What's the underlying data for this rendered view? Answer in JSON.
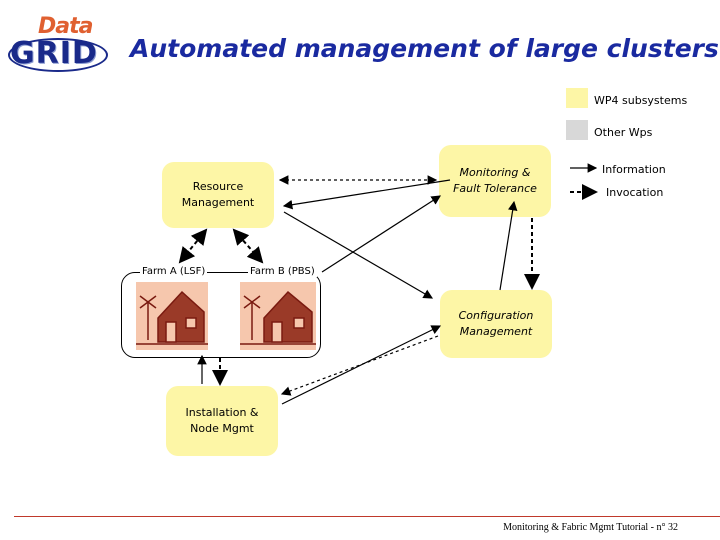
{
  "logo": {
    "top": "Data",
    "bottom": "GRID"
  },
  "title": "Automated management of large clusters",
  "legend": {
    "wp4": {
      "label": "WP4 subsystems",
      "color": "#fdf6a6"
    },
    "other": {
      "label": "Other Wps",
      "color": "#d8d8d8"
    },
    "information": "Information",
    "invocation": "Invocation"
  },
  "nodes": {
    "resource_management": "Resource\nManagement",
    "monitoring": "Monitoring &\nFault Tolerance",
    "configuration": "Configuration\nManagement",
    "installation": "Installation &\nNode Mgmt"
  },
  "farms": {
    "a": "Farm A (LSF)",
    "b": "Farm B (PBS)"
  },
  "footer": "Monitoring & Fabric Mgmt Tutorial - n° 32"
}
